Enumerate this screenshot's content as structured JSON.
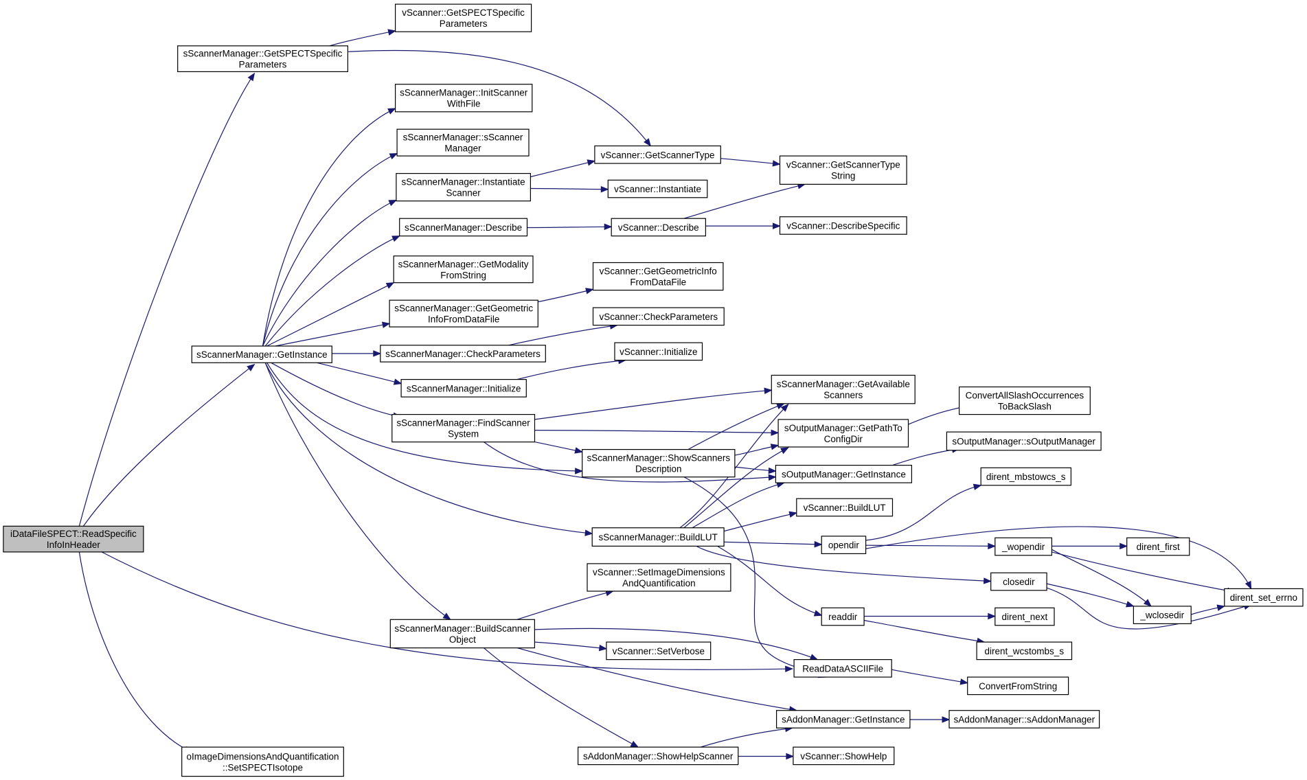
{
  "nodes": [
    {
      "id": "root",
      "lines": [
        "iDataFileSPECT::ReadSpecific",
        "InfoInHeader"
      ]
    },
    {
      "id": "smGetSPECT",
      "lines": [
        "sScannerManager::GetSPECTSpecific",
        "Parameters"
      ]
    },
    {
      "id": "vsGetSPECT",
      "lines": [
        "vScanner::GetSPECTSpecific",
        "Parameters"
      ]
    },
    {
      "id": "smInitScanner",
      "lines": [
        "sScannerManager::InitScanner",
        "WithFile"
      ]
    },
    {
      "id": "smCtor",
      "lines": [
        "sScannerManager::sScanner",
        "Manager"
      ]
    },
    {
      "id": "smInstantiate",
      "lines": [
        "sScannerManager::Instantiate",
        "Scanner"
      ]
    },
    {
      "id": "smDescribe",
      "lines": [
        "sScannerManager::Describe"
      ]
    },
    {
      "id": "smGetModality",
      "lines": [
        "sScannerManager::GetModality",
        "FromString"
      ]
    },
    {
      "id": "smGetGeometric",
      "lines": [
        "sScannerManager::GetGeometric",
        "InfoFromDataFile"
      ]
    },
    {
      "id": "smGetInstance",
      "lines": [
        "sScannerManager::GetInstance"
      ]
    },
    {
      "id": "smCheckParams",
      "lines": [
        "sScannerManager::CheckParameters"
      ]
    },
    {
      "id": "smInitialize",
      "lines": [
        "sScannerManager::Initialize"
      ]
    },
    {
      "id": "smFindScanner",
      "lines": [
        "sScannerManager::FindScanner",
        "System"
      ]
    },
    {
      "id": "smShowScanners",
      "lines": [
        "sScannerManager::ShowScanners",
        "Description"
      ]
    },
    {
      "id": "smBuildLUT",
      "lines": [
        "sScannerManager::BuildLUT"
      ]
    },
    {
      "id": "smBuildScannerObj",
      "lines": [
        "sScannerManager::BuildScanner",
        "Object"
      ]
    },
    {
      "id": "oImageDim",
      "lines": [
        "oImageDimensionsAndQuantification",
        "::SetSPECTIsotope"
      ]
    },
    {
      "id": "vsGetScannerType",
      "lines": [
        "vScanner::GetScannerType"
      ]
    },
    {
      "id": "vsInstantiate",
      "lines": [
        "vScanner::Instantiate"
      ]
    },
    {
      "id": "vsDescribe",
      "lines": [
        "vScanner::Describe"
      ]
    },
    {
      "id": "vsGetGeometric",
      "lines": [
        "vScanner::GetGeometricInfo",
        "FromDataFile"
      ]
    },
    {
      "id": "vsCheckParams",
      "lines": [
        "vScanner::CheckParameters"
      ]
    },
    {
      "id": "vsInitialize",
      "lines": [
        "vScanner::Initialize"
      ]
    },
    {
      "id": "vsGetScannerTypeStr",
      "lines": [
        "vScanner::GetScannerType",
        "String"
      ]
    },
    {
      "id": "vsDescribeSpecific",
      "lines": [
        "vScanner::DescribeSpecific"
      ]
    },
    {
      "id": "smGetAvailable",
      "lines": [
        "sScannerManager::GetAvailable",
        "Scanners"
      ]
    },
    {
      "id": "omGetPath",
      "lines": [
        "sOutputManager::GetPathTo",
        "ConfigDir"
      ]
    },
    {
      "id": "omGetInstance",
      "lines": [
        "sOutputManager::GetInstance"
      ]
    },
    {
      "id": "vsBuildLUT",
      "lines": [
        "vScanner::BuildLUT"
      ]
    },
    {
      "id": "opendir",
      "lines": [
        "opendir"
      ]
    },
    {
      "id": "readdir",
      "lines": [
        "readdir"
      ]
    },
    {
      "id": "closedir",
      "lines": [
        "closedir"
      ]
    },
    {
      "id": "vsSetImageDims",
      "lines": [
        "vScanner::SetImageDimensions",
        "AndQuantification"
      ]
    },
    {
      "id": "vsSetVerbose",
      "lines": [
        "vScanner::SetVerbose"
      ]
    },
    {
      "id": "readDataASCII",
      "lines": [
        "ReadDataASCIIFile"
      ]
    },
    {
      "id": "amGetInstance",
      "lines": [
        "sAddonManager::GetInstance"
      ]
    },
    {
      "id": "amShowHelp",
      "lines": [
        "sAddonManager::ShowHelpScanner"
      ]
    },
    {
      "id": "vsShowHelp",
      "lines": [
        "vScanner::ShowHelp"
      ]
    },
    {
      "id": "convertSlash",
      "lines": [
        "ConvertAllSlashOccurrences",
        "ToBackSlash"
      ]
    },
    {
      "id": "omCtor",
      "lines": [
        "sOutputManager::sOutputManager"
      ]
    },
    {
      "id": "direntMbs",
      "lines": [
        "dirent_mbstowcs_s"
      ]
    },
    {
      "id": "wopendir",
      "lines": [
        "_wopendir"
      ]
    },
    {
      "id": "direntFirst",
      "lines": [
        "dirent_first"
      ]
    },
    {
      "id": "wclosedir",
      "lines": [
        "_wclosedir"
      ]
    },
    {
      "id": "direntSetErrno",
      "lines": [
        "dirent_set_errno"
      ]
    },
    {
      "id": "direntNext",
      "lines": [
        "dirent_next"
      ]
    },
    {
      "id": "direntWcs",
      "lines": [
        "dirent_wcstombs_s"
      ]
    },
    {
      "id": "convertFromString",
      "lines": [
        "ConvertFromString"
      ]
    },
    {
      "id": "amCtor",
      "lines": [
        "sAddonManager::sAddonManager"
      ]
    }
  ],
  "edges": [
    [
      "root",
      "smGetSPECT"
    ],
    [
      "root",
      "smGetInstance"
    ],
    [
      "root",
      "readDataASCII"
    ],
    [
      "root",
      "oImageDim"
    ],
    [
      "smGetSPECT",
      "vsGetSPECT"
    ],
    [
      "smGetSPECT",
      "vsGetScannerType"
    ],
    [
      "smGetInstance",
      "smInitScanner"
    ],
    [
      "smGetInstance",
      "smCtor"
    ],
    [
      "smGetInstance",
      "smInstantiate"
    ],
    [
      "smGetInstance",
      "smDescribe"
    ],
    [
      "smGetInstance",
      "smGetModality"
    ],
    [
      "smGetInstance",
      "smGetGeometric"
    ],
    [
      "smGetInstance",
      "smCheckParams"
    ],
    [
      "smGetInstance",
      "smInitialize"
    ],
    [
      "smGetInstance",
      "smFindScanner"
    ],
    [
      "smGetInstance",
      "smShowScanners"
    ],
    [
      "smGetInstance",
      "smBuildLUT"
    ],
    [
      "smGetInstance",
      "smBuildScannerObj"
    ],
    [
      "smInstantiate",
      "vsGetScannerType"
    ],
    [
      "smInstantiate",
      "vsInstantiate"
    ],
    [
      "smDescribe",
      "vsDescribe"
    ],
    [
      "vsGetScannerType",
      "vsGetScannerTypeStr"
    ],
    [
      "vsDescribe",
      "vsGetScannerTypeStr"
    ],
    [
      "vsDescribe",
      "vsDescribeSpecific"
    ],
    [
      "smGetGeometric",
      "vsGetGeometric"
    ],
    [
      "smCheckParams",
      "vsCheckParams"
    ],
    [
      "smInitialize",
      "vsInitialize"
    ],
    [
      "smFindScanner",
      "smGetAvailable"
    ],
    [
      "smFindScanner",
      "omGetPath"
    ],
    [
      "smFindScanner",
      "smShowScanners"
    ],
    [
      "smFindScanner",
      "omGetInstance"
    ],
    [
      "smShowScanners",
      "smGetAvailable"
    ],
    [
      "smShowScanners",
      "omGetPath"
    ],
    [
      "smShowScanners",
      "omGetInstance"
    ],
    [
      "smShowScanners",
      "readDataASCII"
    ],
    [
      "smBuildLUT",
      "smGetAvailable"
    ],
    [
      "smBuildLUT",
      "omGetPath"
    ],
    [
      "smBuildLUT",
      "omGetInstance"
    ],
    [
      "smBuildLUT",
      "vsBuildLUT"
    ],
    [
      "smBuildLUT",
      "opendir"
    ],
    [
      "smBuildLUT",
      "closedir"
    ],
    [
      "smBuildLUT",
      "readdir"
    ],
    [
      "omGetPath",
      "convertSlash"
    ],
    [
      "omGetInstance",
      "omCtor"
    ],
    [
      "opendir",
      "direntMbs"
    ],
    [
      "opendir",
      "wopendir"
    ],
    [
      "opendir",
      "direntSetErrno"
    ],
    [
      "wopendir",
      "direntFirst"
    ],
    [
      "wopendir",
      "wclosedir"
    ],
    [
      "wopendir",
      "direntSetErrno"
    ],
    [
      "closedir",
      "wclosedir"
    ],
    [
      "closedir",
      "direntSetErrno"
    ],
    [
      "wclosedir",
      "direntSetErrno"
    ],
    [
      "readdir",
      "direntNext"
    ],
    [
      "readdir",
      "direntWcs"
    ],
    [
      "smBuildScannerObj",
      "vsSetImageDims"
    ],
    [
      "smBuildScannerObj",
      "readDataASCII"
    ],
    [
      "smBuildScannerObj",
      "vsSetVerbose"
    ],
    [
      "smBuildScannerObj",
      "amGetInstance"
    ],
    [
      "smBuildScannerObj",
      "amShowHelp"
    ],
    [
      "readDataASCII",
      "convertFromString"
    ],
    [
      "amGetInstance",
      "amCtor"
    ],
    [
      "amShowHelp",
      "amGetInstance"
    ],
    [
      "amShowHelp",
      "vsShowHelp"
    ]
  ]
}
